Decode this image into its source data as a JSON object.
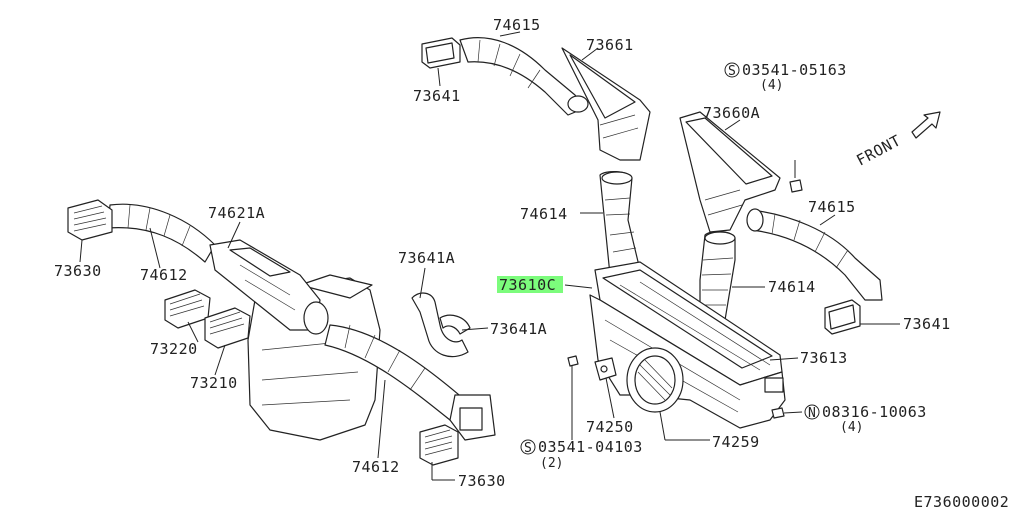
{
  "labels": {
    "l74615_top": "74615",
    "l73661": "73661",
    "l73641_top": "73641",
    "s05163": "03541-05163",
    "s05163_qty": "(4)",
    "l73660A": "73660A",
    "front": "FRONT",
    "l74615_right": "74615",
    "l74621A": "74621A",
    "l73630_left": "73630",
    "l74612_left": "74612",
    "l74614_mid": "74614",
    "l73641A_a": "73641A",
    "l73641A_b": "73641A",
    "l73610C": "73610C",
    "l74614_right": "74614",
    "l73641_right": "73641",
    "l73220": "73220",
    "l73210": "73210",
    "l73613": "73613",
    "n10063": "08316-10063",
    "n10063_qty": "(4)",
    "l74250": "74250",
    "l74259": "74259",
    "s04103": "03541-04103",
    "s04103_qty": "(2)",
    "l74612_bottom": "74612",
    "l73630_bottom": "73630",
    "diagram_code": "E736000002"
  },
  "symbols": {
    "screw": "S",
    "nut": "N"
  },
  "colors": {
    "highlight": "#7CFC7C",
    "line": "#222222"
  }
}
